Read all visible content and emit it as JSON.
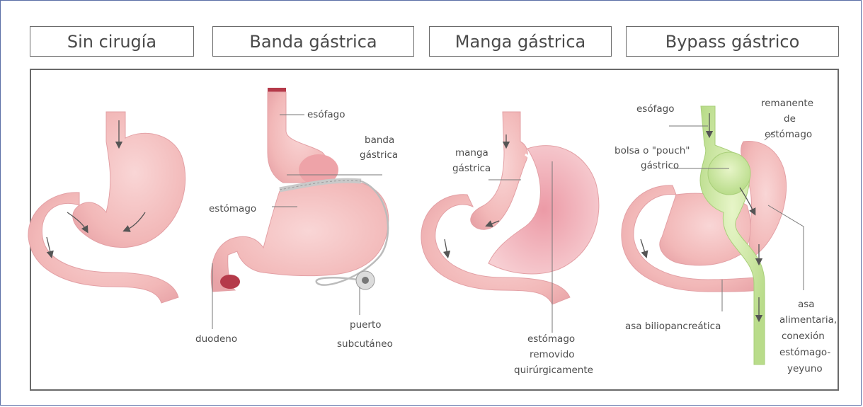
{
  "headers": {
    "sin_cirugia": "Sin cirugía",
    "banda": "Banda gástrica",
    "manga": "Manga gástrica",
    "bypass": "Bypass gástrico"
  },
  "labels": {
    "banda": {
      "esofago": "esófago",
      "banda_l1": "banda",
      "banda_l2": "gástrica",
      "estomago": "estómago",
      "duodeno": "duodeno",
      "puerto_l1": "puerto",
      "puerto_l2": "subcutáneo"
    },
    "manga": {
      "manga_l1": "manga",
      "manga_l2": "gástrica",
      "removido_l1": "estómago",
      "removido_l2": "removido",
      "removido_l3": "quirúrgicamente"
    },
    "bypass": {
      "esofago": "esófago",
      "remanente_l1": "remanente",
      "remanente_l2": "de",
      "remanente_l3": "estómago",
      "pouch_l1": "bolsa o \"pouch\"",
      "pouch_l2": "gástrico",
      "biliopancreatica": "asa biliopancreática",
      "alimentaria_l1": "asa",
      "alimentaria_l2": "alimentaria,",
      "alimentaria_l3": "conexión",
      "alimentaria_l4": "estómago-",
      "alimentaria_l5": "yeyuno"
    }
  },
  "colors": {
    "stomach": "#f2b8b8",
    "stomach_dark": "#e59a9e",
    "stomach_inner": "#f7cfcf",
    "pouch": "#c9e6a0",
    "border": "#6a6a6a"
  }
}
